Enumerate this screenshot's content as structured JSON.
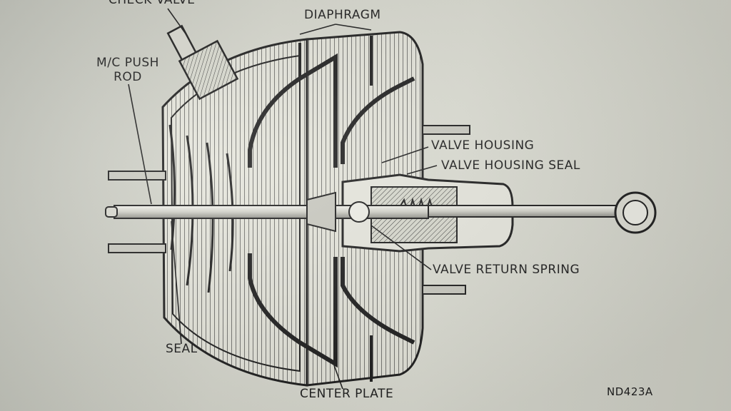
{
  "labels": {
    "check_valve": "CHECK VALVE",
    "diaphragm": "DIAPHRAGM",
    "push_rod_line1": "M/C PUSH",
    "push_rod_line2": "ROD",
    "valve_housing": "VALVE HOUSING",
    "valve_housing_seal": "VALVE HOUSING SEAL",
    "valve_return_spring": "VALVE RETURN SPRING",
    "seal": "SEAL",
    "center_plate": "CENTER PLATE",
    "figure_id": "ND423A"
  },
  "colors": {
    "ink": "#1d1d1d",
    "paper": "#d6d7cd"
  }
}
